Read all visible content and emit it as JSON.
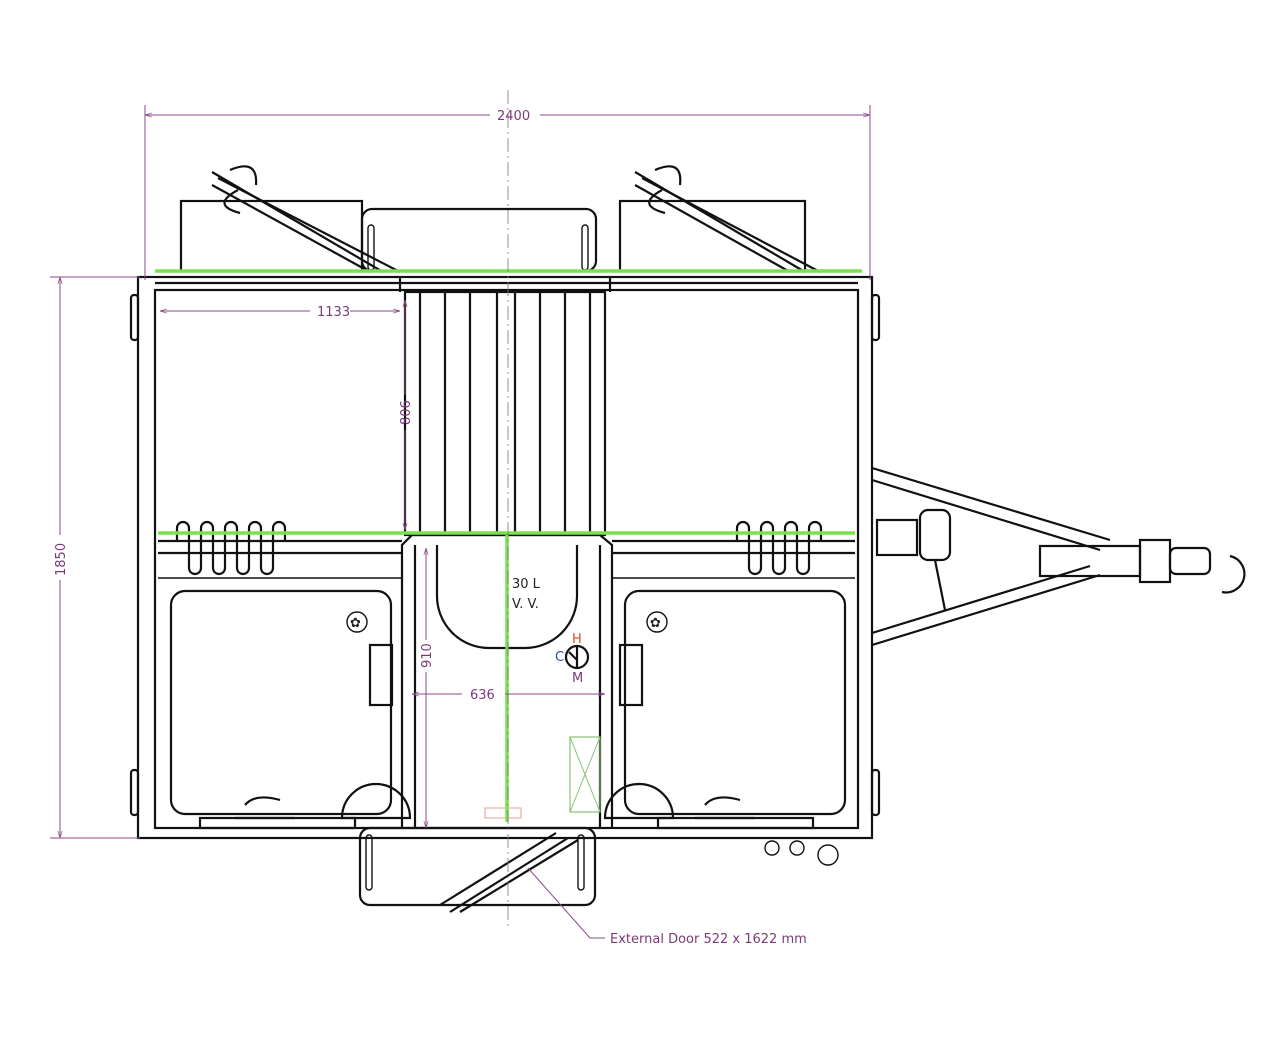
{
  "drawing": {
    "dimensions": {
      "overall_width": "2400",
      "overall_length": "1850",
      "compartment_width": "1133",
      "storage_depth": "806",
      "corridor_depth": "910",
      "corridor_width": "636"
    },
    "tank_label_line1": "30 L",
    "tank_label_line2": "V. V.",
    "mixer_labels": {
      "hot": "H",
      "cold": "C",
      "mix": "M"
    },
    "callout": "External Door 522 x 1622 mm",
    "colors": {
      "dimension": "#7a3a7a",
      "centerline": "#7be04e",
      "hot": "#d9482b",
      "cold": "#2a4fb0"
    }
  }
}
